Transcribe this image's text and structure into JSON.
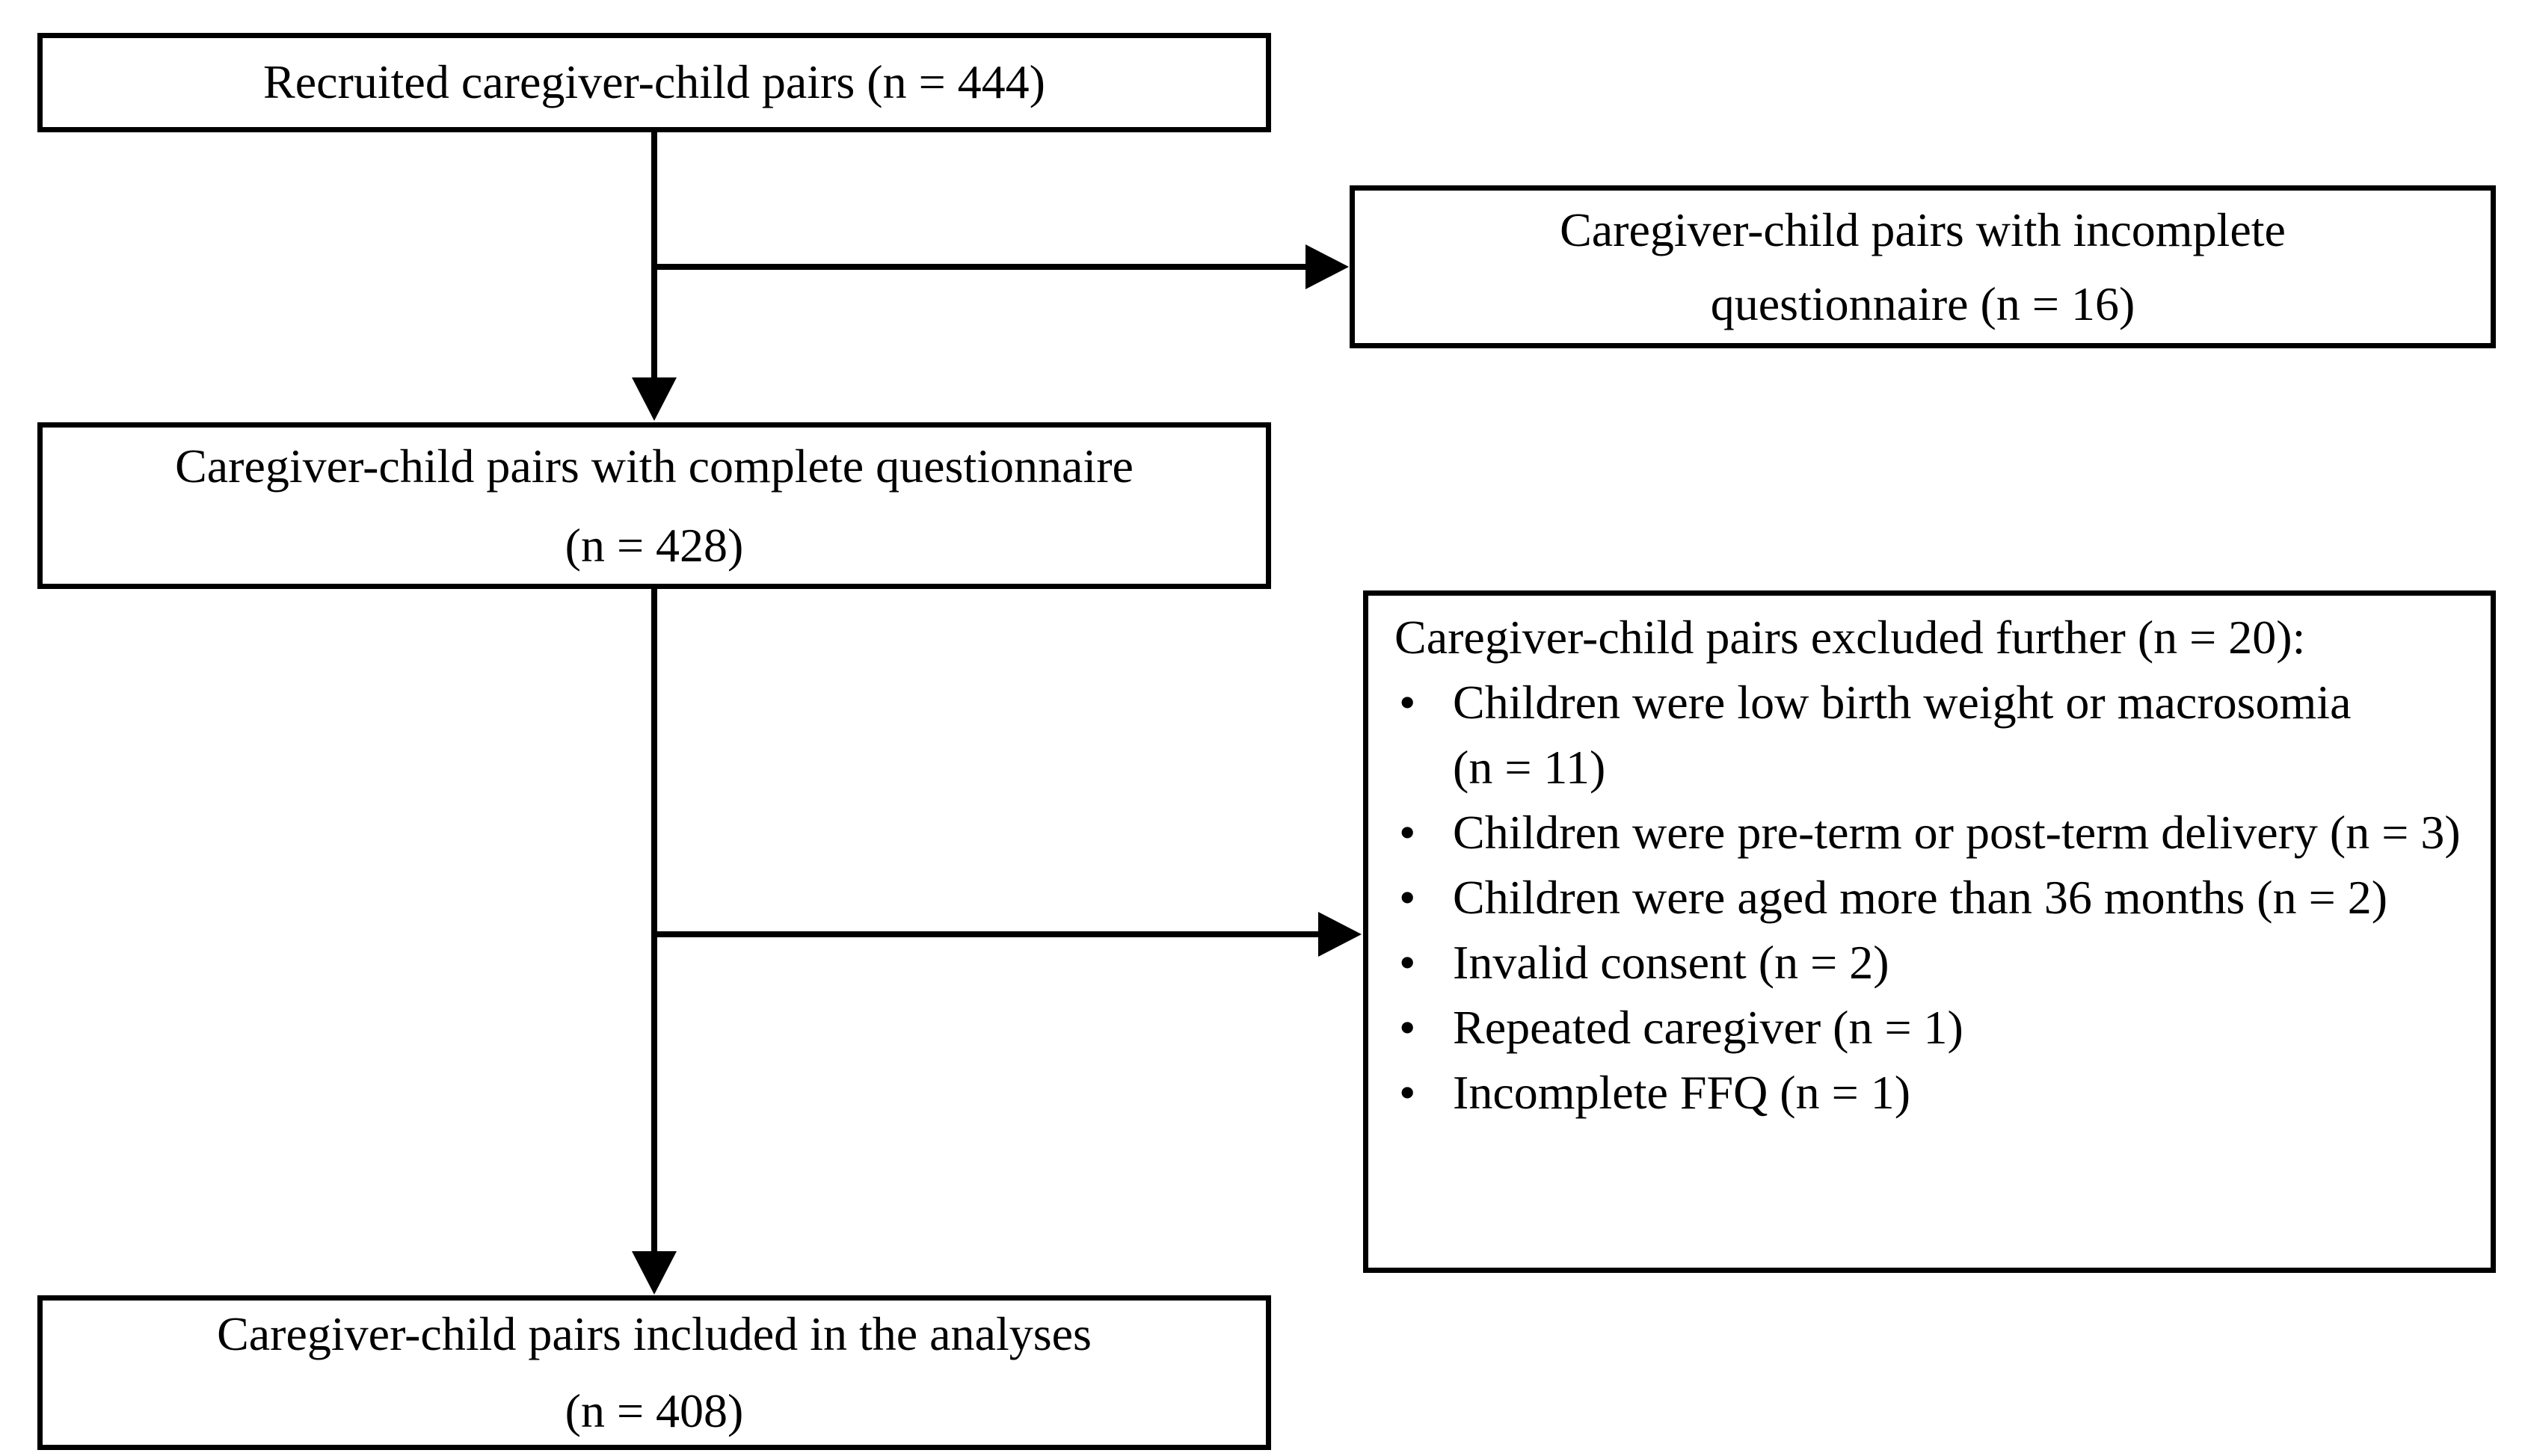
{
  "colors": {
    "ink": "#000000",
    "background": "#ffffff"
  },
  "boxes": {
    "recruited": {
      "lines": [
        "Recruited caregiver-child pairs (n = 444)"
      ]
    },
    "incomplete": {
      "lines": [
        "Caregiver-child pairs with incomplete",
        "questionnaire (n = 16)"
      ]
    },
    "complete": {
      "lines": [
        "Caregiver-child pairs with complete questionnaire",
        "(n = 428)"
      ]
    },
    "excluded": {
      "title": "Caregiver-child pairs excluded further (n = 20):",
      "bullet_glyph": "•",
      "items": [
        "Children were low birth weight or macrosomia (n = 11)",
        "Children were pre-term or post-term delivery (n = 3)",
        "Children were aged more than 36 months (n = 2)",
        "Invalid consent (n = 2)",
        "Repeated caregiver (n = 1)",
        "Incomplete FFQ (n = 1)"
      ]
    },
    "included": {
      "lines": [
        "Caregiver-child pairs included in the analyses",
        "(n = 408)"
      ]
    }
  }
}
